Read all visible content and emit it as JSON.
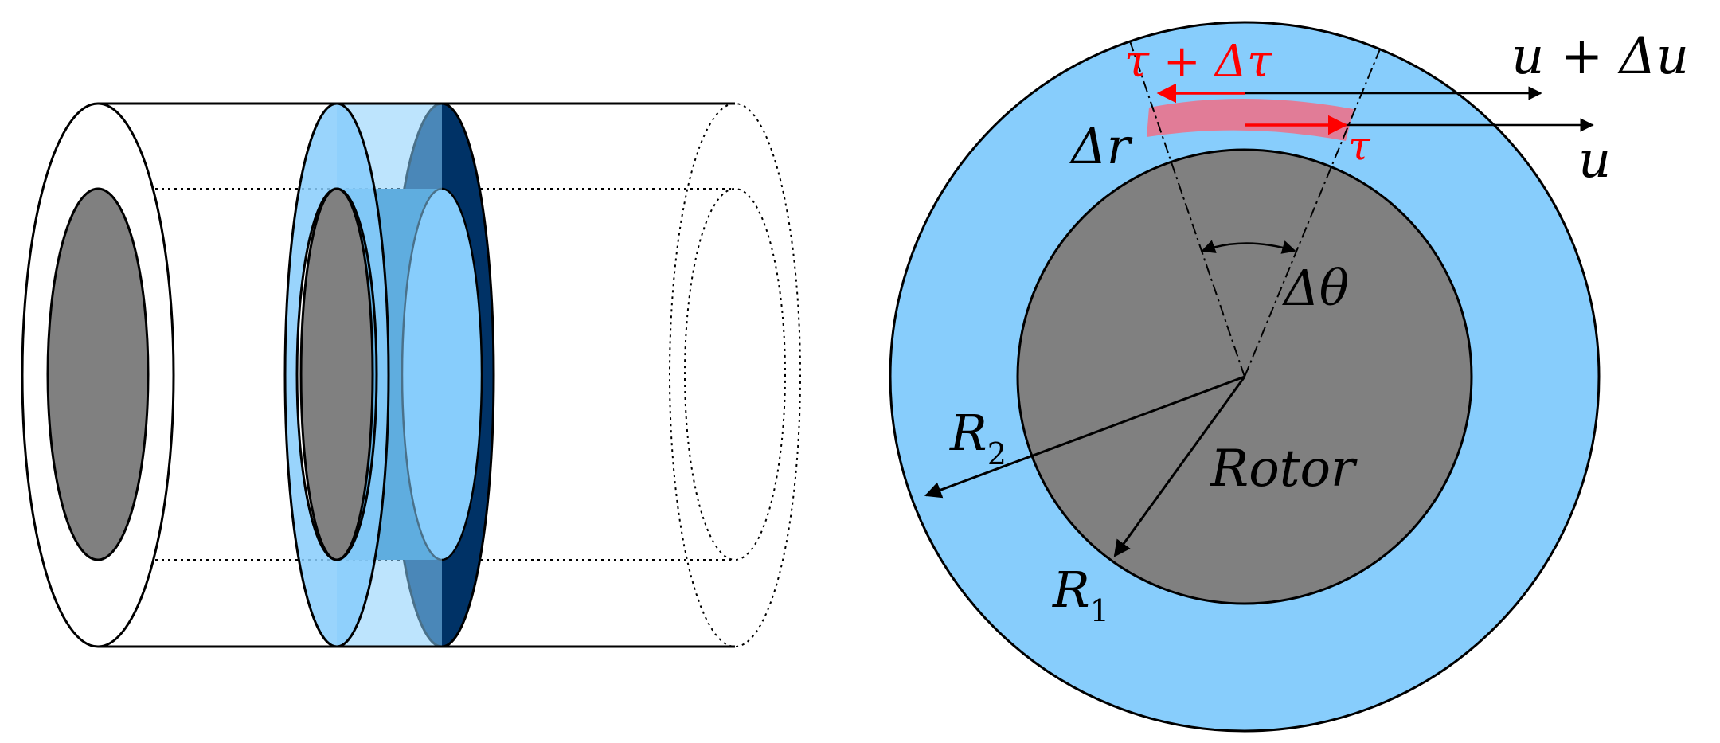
{
  "colors": {
    "fluid": "#87cdfc",
    "fluid_dark": "#2f86bd",
    "fluid_deep": "#003266",
    "rotor": "#808080",
    "element": "#e17c97",
    "red": "#ff0000",
    "black": "#000000"
  },
  "labels": {
    "tau_plus": "τ + Δτ",
    "tau": "τ",
    "u_plus": "u + Δu",
    "u": "u",
    "delta_r": "Δr",
    "delta_theta": "Δθ",
    "r2_base": "R",
    "r2_sub": "2",
    "r1_base": "R",
    "r1_sub": "1",
    "rotor": "Rotor"
  }
}
